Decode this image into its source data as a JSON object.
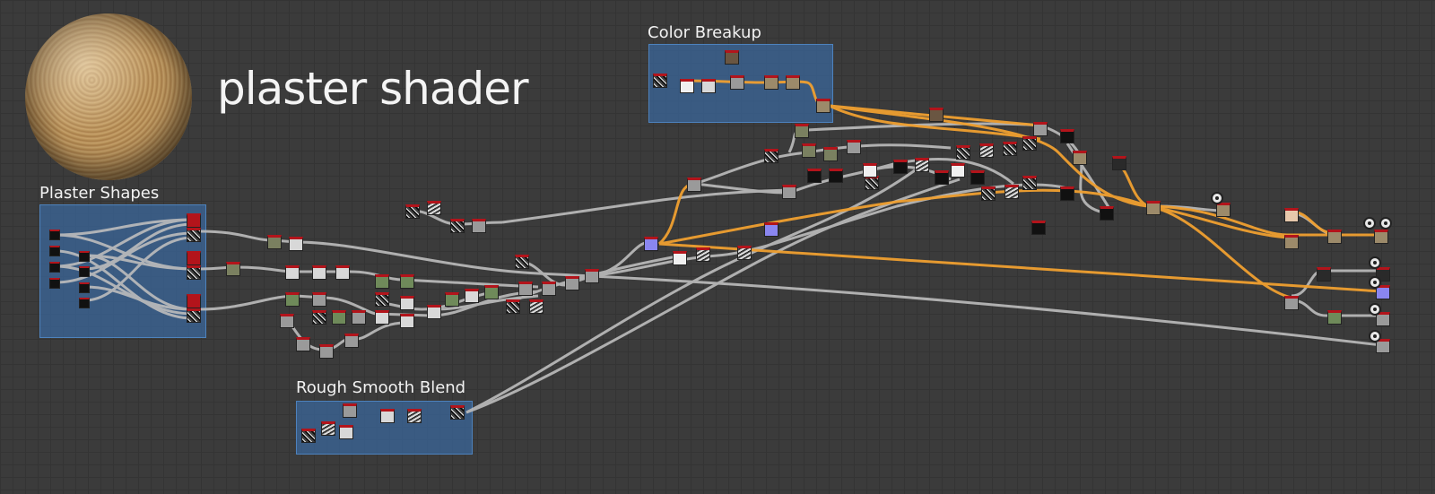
{
  "page": {
    "title": "plaster shader"
  },
  "frames": {
    "plaster_shapes": "Plaster Shapes",
    "color_breakup": "Color Breakup",
    "rough_smooth_blend": "Rough Smooth Blend"
  },
  "preview": {
    "icon": "sphere-material-preview"
  },
  "colors": {
    "canvas": "#3b3b3b",
    "frame": "#3a689e",
    "wire_gray": "#bdbdbd",
    "wire_orange": "#f0a030",
    "node_header": "#b3141b"
  }
}
